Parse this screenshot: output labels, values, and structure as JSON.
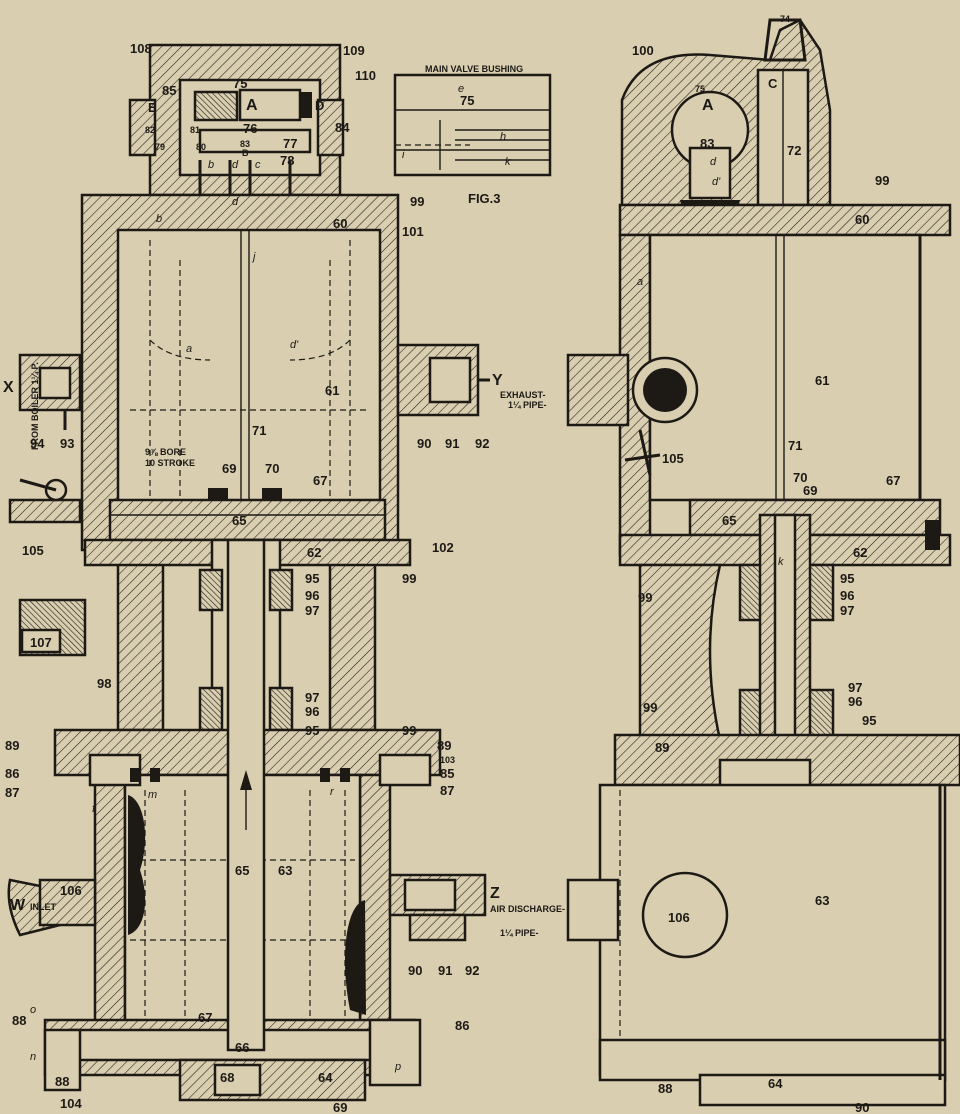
{
  "labels": {
    "n108": "108",
    "n109": "109",
    "n110": "110",
    "n85": "85",
    "n75": "75",
    "nA": "A",
    "nD": "D",
    "nE": "E",
    "n84": "84",
    "n82": "82",
    "n81": "81",
    "n76": "76",
    "n79": "79",
    "n80": "80",
    "n83": "83",
    "nB": "B",
    "n77": "77",
    "n78": "78",
    "n99a": "99",
    "n60": "60",
    "n101": "101",
    "n61": "61",
    "nX": "X",
    "nY": "Y",
    "exhaust": "EXHAUST-",
    "exhaust2": "1¼ PIPE-",
    "fromBoiler": "FROM BOILER 1¼ P.",
    "n94": "94",
    "n93": "93",
    "n71": "71",
    "bore": "9⅞ BORE",
    "stroke": "10 STROKE",
    "n69": "69",
    "n70": "70",
    "n67": "67",
    "n65": "65",
    "n90": "90",
    "n91": "91",
    "n92": "92",
    "n105": "105",
    "n102": "102",
    "n62": "62",
    "n95": "95",
    "n96": "96",
    "n97": "97",
    "n99b": "99",
    "n107": "107",
    "n98": "98",
    "n89": "89",
    "n86": "86",
    "n87": "87",
    "n103": "103",
    "n85b": "85",
    "n63": "63",
    "n106": "106",
    "nW": "W",
    "inlet": "INLET",
    "nZ": "Z",
    "airDischarge": "AIR DISCHARGE-",
    "airDischarge2": "1¼ PIPE-",
    "n88": "88",
    "n66": "66",
    "n68": "68",
    "n64": "64",
    "n104": "104",
    "n69b": "69",
    "fig3": "FIG.3",
    "bushing": "MAIN VALVE BUSHING",
    "r100": "100",
    "r74": "74",
    "r75": "75",
    "rA": "A",
    "r83": "83",
    "rC": "C",
    "r72": "72",
    "r99": "99",
    "r60": "60",
    "r61": "61",
    "r71": "71",
    "r105": "105",
    "r70": "70",
    "r69": "69",
    "r67": "67",
    "r65": "65",
    "r62": "62",
    "r95": "95",
    "r96": "96",
    "r97": "97",
    "r99b": "99",
    "r89": "89",
    "r63": "63",
    "r106": "106",
    "r88": "88",
    "r64": "64",
    "r90": "90",
    "r99c": "99"
  },
  "letters": {
    "a": "a",
    "b": "b",
    "c": "c",
    "d": "d",
    "d1": "d'",
    "j": "j",
    "f": "f",
    "h": "h",
    "k": "k",
    "i": "i",
    "e": "e",
    "m": "m",
    "n": "n",
    "o": "o",
    "p": "p",
    "r": "r"
  },
  "colors": {
    "paper": "#d9ceb0",
    "ink": "#1d1a16"
  }
}
